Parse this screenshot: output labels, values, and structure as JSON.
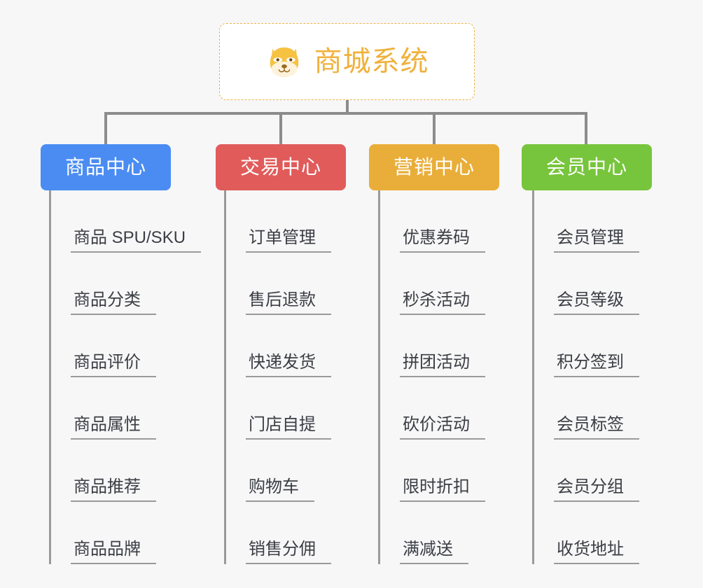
{
  "background_color": "#f7f7f7",
  "root": {
    "icon": "dog-face-emoji",
    "title": "商城系统",
    "text_color": "#f0b13c",
    "border_color": "#eab44a"
  },
  "connector_color": "#8c8c8c",
  "leaf_line_color": "#9a9a9a",
  "leaf_text_color": "#3b3e44",
  "columns": [
    {
      "id": "product-center",
      "label": "商品中心",
      "color": "#4a8cf2",
      "items": [
        {
          "label": "商品 SPU/SKU"
        },
        {
          "label": "商品分类"
        },
        {
          "label": "商品评价"
        },
        {
          "label": "商品属性"
        },
        {
          "label": "商品推荐"
        },
        {
          "label": "商品品牌"
        }
      ]
    },
    {
      "id": "trade-center",
      "label": "交易中心",
      "color": "#e15b5b",
      "items": [
        {
          "label": "订单管理"
        },
        {
          "label": "售后退款"
        },
        {
          "label": "快递发货"
        },
        {
          "label": "门店自提"
        },
        {
          "label": "购物车"
        },
        {
          "label": "销售分佣"
        }
      ]
    },
    {
      "id": "marketing-center",
      "label": "营销中心",
      "color": "#e9ae39",
      "items": [
        {
          "label": "优惠券码"
        },
        {
          "label": "秒杀活动"
        },
        {
          "label": "拼团活动"
        },
        {
          "label": "砍价活动"
        },
        {
          "label": "限时折扣"
        },
        {
          "label": "满减送"
        }
      ]
    },
    {
      "id": "member-center",
      "label": "会员中心",
      "color": "#77c53c",
      "items": [
        {
          "label": "会员管理"
        },
        {
          "label": "会员等级"
        },
        {
          "label": "积分签到"
        },
        {
          "label": "会员标签"
        },
        {
          "label": "会员分组"
        },
        {
          "label": "收货地址"
        }
      ]
    }
  ]
}
